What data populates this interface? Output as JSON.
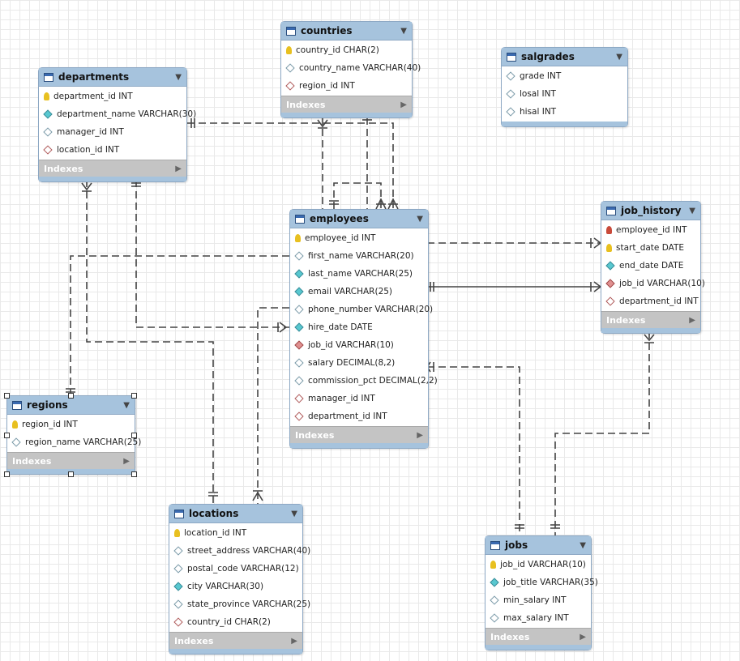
{
  "diagram": {
    "tables": [
      {
        "name": "countries",
        "columns": [
          {
            "text": "country_id CHAR(2)",
            "icon": "key-icon"
          },
          {
            "text": "country_name VARCHAR(40)",
            "icon": "column-icon"
          },
          {
            "text": "region_id INT",
            "icon": "foreign-key-column-icon"
          }
        ],
        "indexes_label": "Indexes"
      },
      {
        "name": "salgrades",
        "columns": [
          {
            "text": "grade INT",
            "icon": "column-icon"
          },
          {
            "text": "losal INT",
            "icon": "column-icon"
          },
          {
            "text": "hisal INT",
            "icon": "column-icon"
          }
        ]
      },
      {
        "name": "departments",
        "columns": [
          {
            "text": "department_id INT",
            "icon": "key-icon"
          },
          {
            "text": "department_name VARCHAR(30)",
            "icon": "not-null-column-icon"
          },
          {
            "text": "manager_id INT",
            "icon": "column-icon"
          },
          {
            "text": "location_id INT",
            "icon": "foreign-key-column-icon"
          }
        ],
        "indexes_label": "Indexes"
      },
      {
        "name": "employees",
        "columns": [
          {
            "text": "employee_id INT",
            "icon": "key-icon"
          },
          {
            "text": "first_name VARCHAR(20)",
            "icon": "column-icon"
          },
          {
            "text": "last_name VARCHAR(25)",
            "icon": "not-null-column-icon"
          },
          {
            "text": "email VARCHAR(25)",
            "icon": "not-null-column-icon"
          },
          {
            "text": "phone_number VARCHAR(20)",
            "icon": "column-icon"
          },
          {
            "text": "hire_date DATE",
            "icon": "not-null-column-icon"
          },
          {
            "text": "job_id VARCHAR(10)",
            "icon": "foreign-key-not-null-icon"
          },
          {
            "text": "salary DECIMAL(8,2)",
            "icon": "column-icon"
          },
          {
            "text": "commission_pct DECIMAL(2,2)",
            "icon": "column-icon"
          },
          {
            "text": "manager_id INT",
            "icon": "foreign-key-column-icon"
          },
          {
            "text": "department_id INT",
            "icon": "foreign-key-column-icon"
          }
        ],
        "indexes_label": "Indexes"
      },
      {
        "name": "job_history",
        "columns": [
          {
            "text": "employee_id INT",
            "icon": "foreign-key-primary-icon"
          },
          {
            "text": "start_date DATE",
            "icon": "key-icon"
          },
          {
            "text": "end_date DATE",
            "icon": "not-null-column-icon"
          },
          {
            "text": "job_id VARCHAR(10)",
            "icon": "foreign-key-not-null-icon"
          },
          {
            "text": "department_id INT",
            "icon": "foreign-key-column-icon"
          }
        ],
        "indexes_label": "Indexes"
      },
      {
        "name": "regions",
        "columns": [
          {
            "text": "region_id INT",
            "icon": "key-icon"
          },
          {
            "text": "region_name VARCHAR(25)",
            "icon": "column-icon"
          }
        ],
        "indexes_label": "Indexes"
      },
      {
        "name": "locations",
        "columns": [
          {
            "text": "location_id INT",
            "icon": "key-icon"
          },
          {
            "text": "street_address VARCHAR(40)",
            "icon": "column-icon"
          },
          {
            "text": "postal_code VARCHAR(12)",
            "icon": "column-icon"
          },
          {
            "text": "city VARCHAR(30)",
            "icon": "not-null-column-icon"
          },
          {
            "text": "state_province VARCHAR(25)",
            "icon": "column-icon"
          },
          {
            "text": "country_id CHAR(2)",
            "icon": "foreign-key-column-icon"
          }
        ],
        "indexes_label": "Indexes"
      },
      {
        "name": "jobs",
        "columns": [
          {
            "text": "job_id VARCHAR(10)",
            "icon": "key-icon"
          },
          {
            "text": "job_title VARCHAR(35)",
            "icon": "not-null-column-icon"
          },
          {
            "text": "min_salary INT",
            "icon": "column-icon"
          },
          {
            "text": "max_salary INT",
            "icon": "column-icon"
          }
        ],
        "indexes_label": "Indexes"
      }
    ],
    "colors": {
      "header": "#a6c3dd",
      "border": "#8da8c4",
      "indexes_bar": "#c4c4c4",
      "relationship_line": "#444444"
    }
  }
}
